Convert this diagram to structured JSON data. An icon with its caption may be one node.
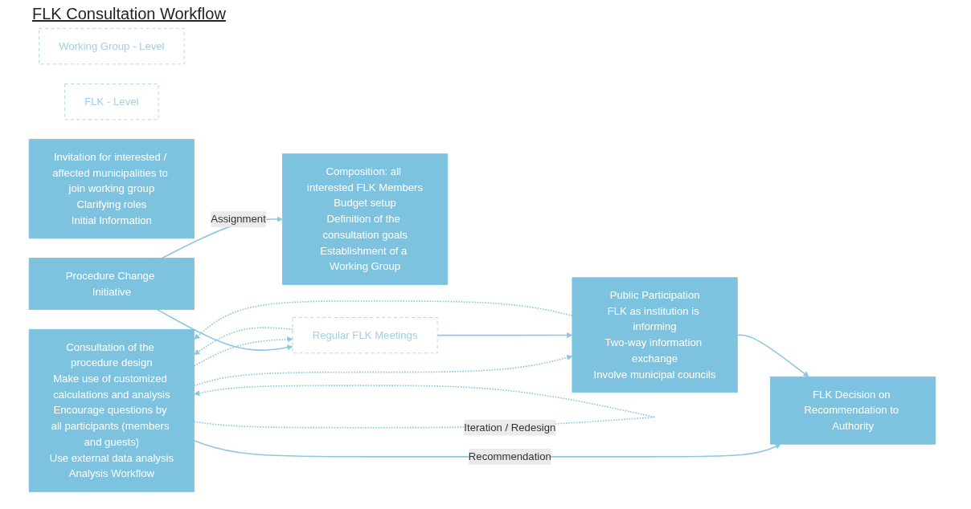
{
  "diagram": {
    "title": "FLK Consultation Workflow",
    "nodes": [
      {
        "text": [
          "Working Group - Level"
        ]
      },
      {
        "text": [
          "FLK - Level"
        ]
      },
      {
        "text": [
          "Composition: all interested FLK Members",
          "Budget setup",
          "Definition of the consultation goals",
          "Establishment of a Working Group"
        ]
      },
      {
        "text": [
          "Invitation for interested / affected municipalities to join working group",
          "Clarifying roles",
          "Initial Information"
        ]
      },
      {
        "text": [
          "Consultation of the procedure design",
          "Make use of customized calculations and analysis",
          "Encourage questions by all participants (members and guests)",
          "Use external data analysis",
          "Analysis Workflow"
        ]
      },
      {
        "text": [
          "Procedure Change Initiative"
        ]
      },
      {
        "text": [
          "Regular FLK Meetings"
        ]
      },
      {
        "text": [
          "Public Participation",
          "FLK as institution is informing",
          "Two-way information exchange",
          "Involve municipal councils"
        ]
      },
      {
        "text": [
          "FLK Decision on Recommendation to Authority"
        ]
      }
    ],
    "edges": [
      {
        "from": 5,
        "to": 2,
        "arrow": "to",
        "label": "Assignment"
      },
      {
        "from": 5,
        "to": 6,
        "arrow": "to"
      },
      {
        "from": 4,
        "to": 4,
        "arrow": "to",
        "label": "Iteration / Redesign",
        "style": "dashed"
      },
      {
        "from": 4,
        "to": 6,
        "arrow": "to",
        "style": "dashed"
      },
      {
        "from": 6,
        "to": 4,
        "arrow": "to",
        "style": "dashed"
      },
      {
        "from": 4,
        "to": 7,
        "arrow": "to",
        "style": "dashed"
      },
      {
        "from": 7,
        "to": 4,
        "arrow": "to",
        "style": "dashed"
      },
      {
        "from": 6,
        "to": 7,
        "arrow": "to"
      },
      {
        "from": 4,
        "to": 8,
        "arrow": "to",
        "label": "Recommendation"
      },
      {
        "from": 7,
        "to": 8,
        "arrow": "to"
      }
    ]
  }
}
